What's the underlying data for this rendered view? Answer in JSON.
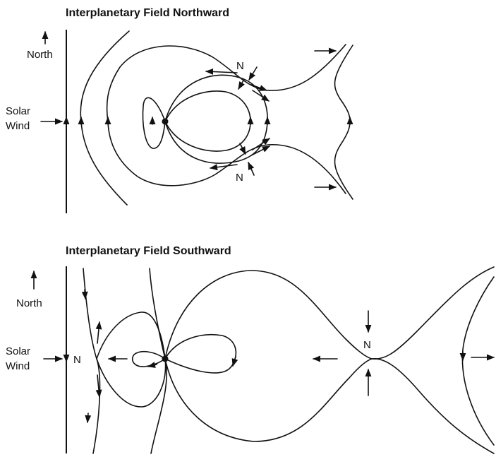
{
  "panels": [
    {
      "title": "Interplanetary Field Northward",
      "north_label": "North",
      "solar_label_1": "Solar",
      "solar_label_2": "Wind",
      "neutral_points": [
        "N",
        "N"
      ]
    },
    {
      "title": "Interplanetary Field Southward",
      "north_label": "North",
      "solar_label_1": "Solar",
      "solar_label_2": "Wind",
      "neutral_points": [
        "N",
        "N"
      ]
    }
  ],
  "colors": {
    "ink": "#111111",
    "background": "#ffffff"
  }
}
